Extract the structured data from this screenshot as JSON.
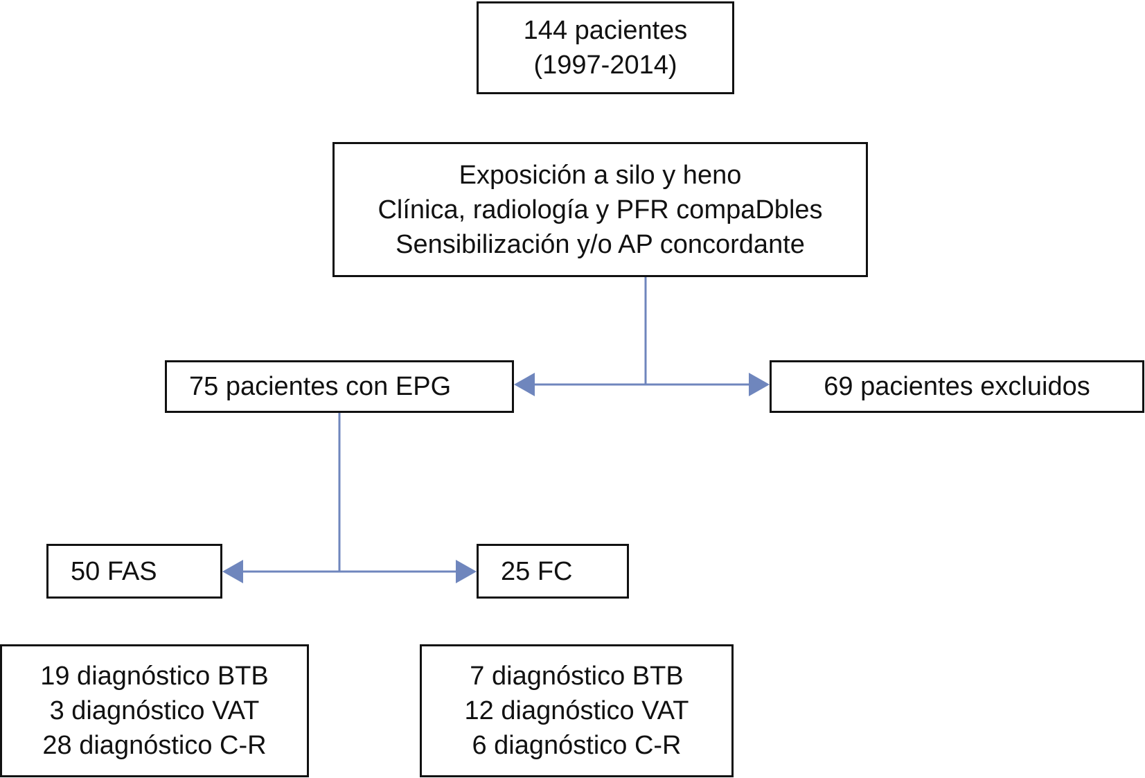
{
  "nodes": {
    "total": {
      "lines": [
        "144 pacientes",
        "(1997-2014)"
      ]
    },
    "criteria": {
      "lines": [
        "Exposición a silo y heno",
        "Clínica, radiología y PFR compaDbles",
        "Sensibilización y/o AP concordante"
      ]
    },
    "epg": {
      "lines": [
        "75 pacientes con EPG"
      ]
    },
    "excluded": {
      "lines": [
        "69 pacientes excluidos"
      ]
    },
    "fas": {
      "lines": [
        "50 FAS"
      ]
    },
    "fc": {
      "lines": [
        "25 FC"
      ]
    },
    "fas_diag": {
      "lines": [
        "19 diagnóstico BTB",
        "3 diagnóstico VAT",
        "28 diagnóstico C-R"
      ]
    },
    "fc_diag": {
      "lines": [
        "7 diagnóstico BTB",
        "12 diagnóstico VAT",
        "6 diagnóstico C-R"
      ]
    }
  },
  "colors": {
    "connector": "#6f86bd",
    "box_border": "#111111"
  }
}
